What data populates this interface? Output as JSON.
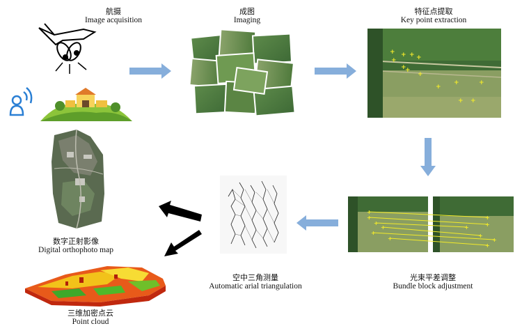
{
  "steps": {
    "acquisition": {
      "zh": "航摄",
      "en": "Image acquisition"
    },
    "imaging": {
      "zh": "成图",
      "en": "Imaging"
    },
    "keypoint": {
      "zh": "特征点提取",
      "en": "Key point extraction"
    },
    "bundle": {
      "zh": "光束平差调整",
      "en": "Bundle block adjustment"
    },
    "triangulation": {
      "zh": "空中三角测量",
      "en": "Automatic arial triangulation"
    },
    "orthophoto": {
      "zh": "数字正射影像",
      "en": "Digital orthophoto map"
    },
    "pointcloud": {
      "zh": "三维加密点云",
      "en": "Point cloud"
    }
  },
  "colors": {
    "flow_arrow": "#86aedb",
    "output_arrow": "#000000",
    "keypoint_marker": "#f2ea2a",
    "field_green": "#3f6b35",
    "wifi_blue": "#2a7fd4"
  }
}
